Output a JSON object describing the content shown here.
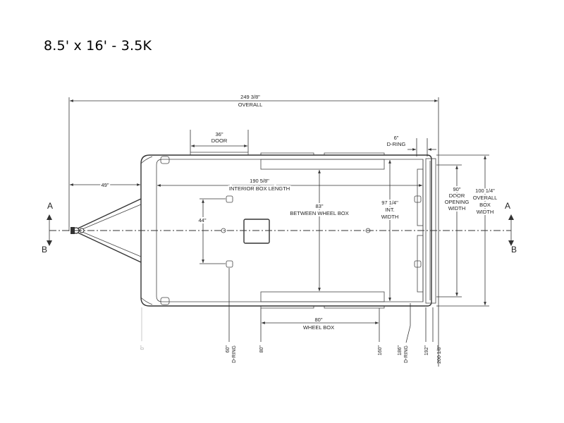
{
  "title": "8.5' x 16' - 3.5K",
  "dims": {
    "overall": [
      "249 3/8\"",
      "OVERALL"
    ],
    "door": [
      "36\"",
      "DOOR"
    ],
    "dring_top": [
      "6\"",
      "D-RING"
    ],
    "offset49": "49\"",
    "interior_length": [
      "190 5/8\"",
      "INTERIOR BOX LENGTH"
    ],
    "between_wheel_box": [
      "83\"",
      "BETWEEN WHEEL BOX"
    ],
    "int_width": [
      "97 1/4\"",
      "INT.",
      "WIDTH"
    ],
    "door_opening": [
      "90\"",
      "DOOR",
      "OPENING",
      "WIDTH"
    ],
    "overall_width": [
      "100 1/4\"",
      "OVERALL",
      "BOX",
      "WIDTH"
    ],
    "d44": "44\"",
    "wheel_box": [
      "80\"",
      "WHEEL BOX"
    ]
  },
  "section": {
    "a": "A",
    "b": "B"
  },
  "positions": {
    "p0": "0\"",
    "p60": "60\"",
    "p60_sub": "D-RING",
    "p80": "80\"",
    "p160": "160\"",
    "p186": "186\"",
    "p186_sub": "D-RING",
    "p192": "192\"",
    "p200": "200 1/8\""
  }
}
